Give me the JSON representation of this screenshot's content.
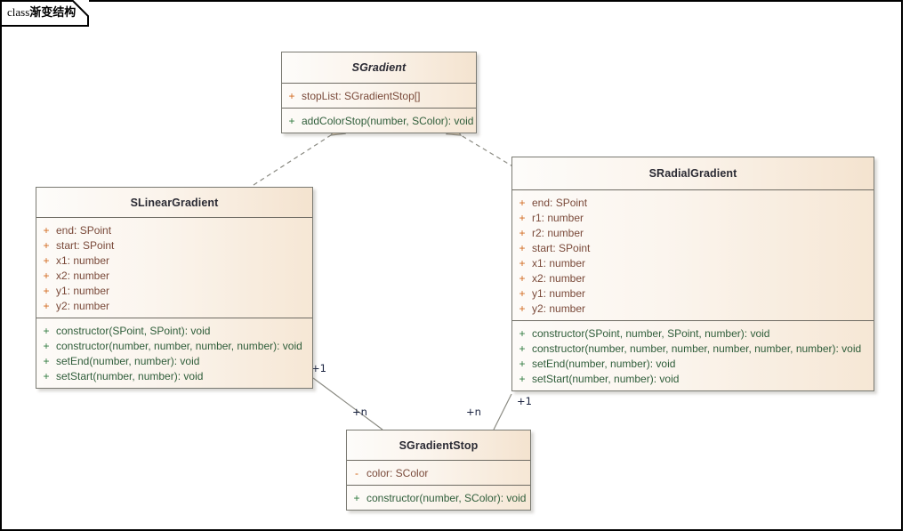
{
  "diagram": {
    "tab_keyword": "class",
    "tab_title": "渐变结构",
    "colors": {
      "box_border": "#7a7a72",
      "header_fill_light": "#fdfcfa",
      "header_fill_dark": "#f4e3cf",
      "attribute_text": "#7a4a3a",
      "attribute_visibility": "#d2691e",
      "operation_text": "#2f5d3a",
      "operation_visibility": "#2f7a3f",
      "connector_line": "#8a8a82",
      "arrow_fill": "#f5dfc0",
      "label_text": "#1a2340"
    }
  },
  "classes": {
    "sgradient": {
      "name": "SGradient",
      "abstract": true,
      "attributes": [
        {
          "visibility": "+",
          "text": "stopList: SGradientStop[]"
        }
      ],
      "operations": [
        {
          "visibility": "+",
          "text": "addColorStop(number, SColor): void"
        }
      ]
    },
    "slineargradient": {
      "name": "SLinearGradient",
      "abstract": false,
      "attributes": [
        {
          "visibility": "+",
          "text": "end: SPoint"
        },
        {
          "visibility": "+",
          "text": "start: SPoint"
        },
        {
          "visibility": "+",
          "text": "x1: number"
        },
        {
          "visibility": "+",
          "text": "x2: number"
        },
        {
          "visibility": "+",
          "text": "y1: number"
        },
        {
          "visibility": "+",
          "text": "y2: number"
        }
      ],
      "operations": [
        {
          "visibility": "+",
          "text": "constructor(SPoint, SPoint): void"
        },
        {
          "visibility": "+",
          "text": "constructor(number, number, number, number): void"
        },
        {
          "visibility": "+",
          "text": "setEnd(number, number): void"
        },
        {
          "visibility": "+",
          "text": "setStart(number, number): void"
        }
      ]
    },
    "sradialgradient": {
      "name": "SRadialGradient",
      "abstract": false,
      "attributes": [
        {
          "visibility": "+",
          "text": "end: SPoint"
        },
        {
          "visibility": "+",
          "text": "r1: number"
        },
        {
          "visibility": "+",
          "text": "r2: number"
        },
        {
          "visibility": "+",
          "text": "start: SPoint"
        },
        {
          "visibility": "+",
          "text": "x1: number"
        },
        {
          "visibility": "+",
          "text": "x2: number"
        },
        {
          "visibility": "+",
          "text": "y1: number"
        },
        {
          "visibility": "+",
          "text": "y2: number"
        }
      ],
      "operations": [
        {
          "visibility": "+",
          "text": "constructor(SPoint, number, SPoint, number): void"
        },
        {
          "visibility": "+",
          "text": "constructor(number, number, number, number, number, number): void"
        },
        {
          "visibility": "+",
          "text": "setEnd(number, number): void"
        },
        {
          "visibility": "+",
          "text": "setStart(number, number): void"
        }
      ]
    },
    "sgradientstop": {
      "name": "SGradientStop",
      "abstract": false,
      "attributes": [
        {
          "visibility": "-",
          "text": "color: SColor"
        }
      ],
      "operations": [
        {
          "visibility": "+",
          "text": "constructor(number, SColor): void"
        }
      ]
    }
  },
  "connectors": {
    "generalization_linear": {
      "from": "SLinearGradient",
      "to": "SGradient",
      "style": "dashed-hollow-triangle"
    },
    "generalization_radial": {
      "from": "SRadialGradient",
      "to": "SGradient",
      "style": "dashed-hollow-triangle"
    },
    "assoc_linear_stop": {
      "from": "SLinearGradient",
      "to": "SGradientStop",
      "from_label": "+1",
      "to_label": "+n"
    },
    "assoc_radial_stop": {
      "from": "SRadialGradient",
      "to": "SGradientStop",
      "from_label": "+1",
      "to_label": "+n"
    }
  },
  "labels": {
    "linear_one": "+1",
    "linear_n": "+n",
    "radial_one": "+1",
    "radial_n": "+n"
  }
}
